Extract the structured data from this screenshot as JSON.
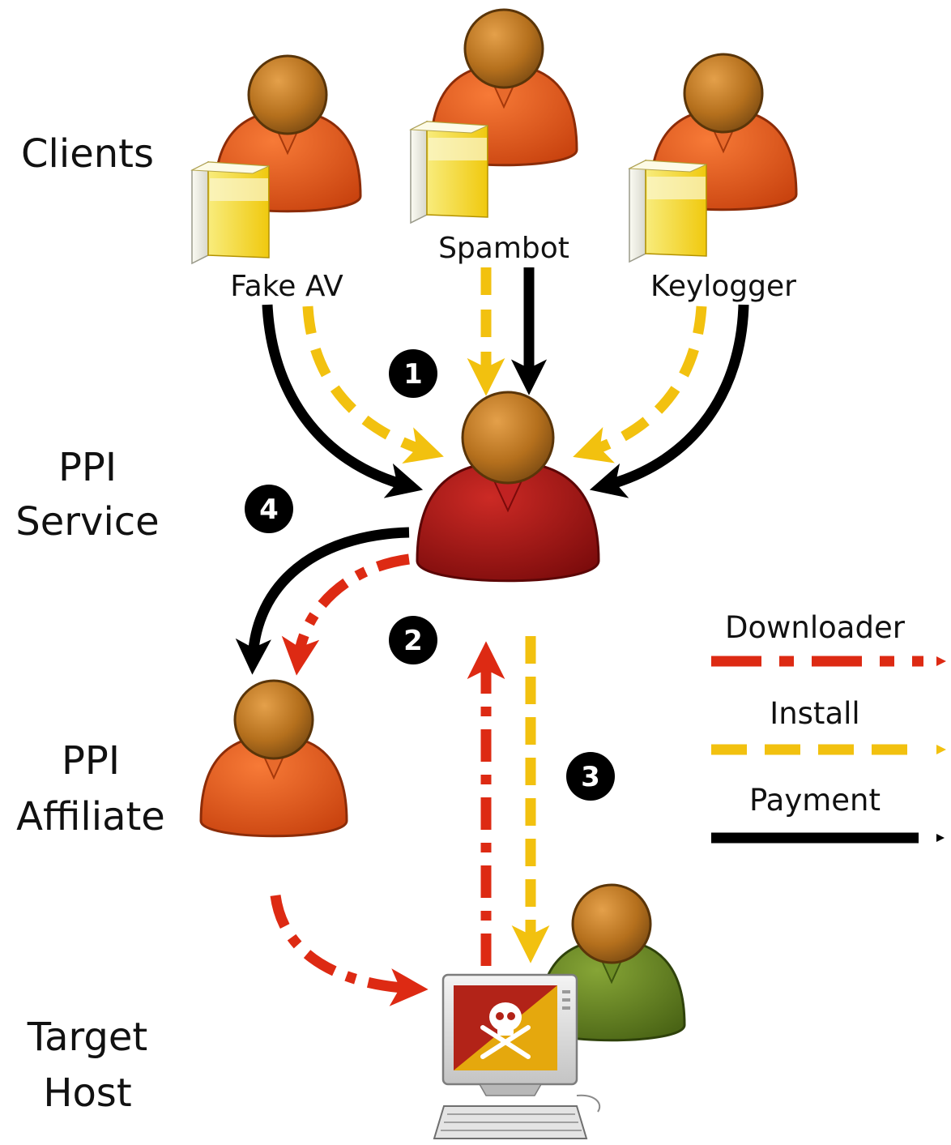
{
  "rows": {
    "clients": "Clients",
    "ppi_service": [
      "PPI",
      "Service"
    ],
    "ppi_affiliate": [
      "PPI",
      "Affiliate"
    ],
    "target_host": [
      "Target",
      "Host"
    ]
  },
  "clients": {
    "fake_av": "Fake AV",
    "spambot": "Spambot",
    "keylogger": "Keylogger"
  },
  "steps": [
    "1",
    "2",
    "3",
    "4"
  ],
  "legend": {
    "downloader": "Downloader",
    "install": "Install",
    "payment": "Payment"
  },
  "colors": {
    "downloader": "#dd2a13",
    "install": "#f2c10f",
    "payment": "#000000",
    "client_body": "#e3531a",
    "service_body": "#a61313",
    "victim_body": "#5e7d1c",
    "head": "#b5701d",
    "box": "#f4d91c"
  },
  "icons": {
    "person": "person-icon",
    "software_box": "software-box-icon",
    "infected_computer": "infected-computer-icon",
    "skull": "skull-crossbones-icon"
  }
}
